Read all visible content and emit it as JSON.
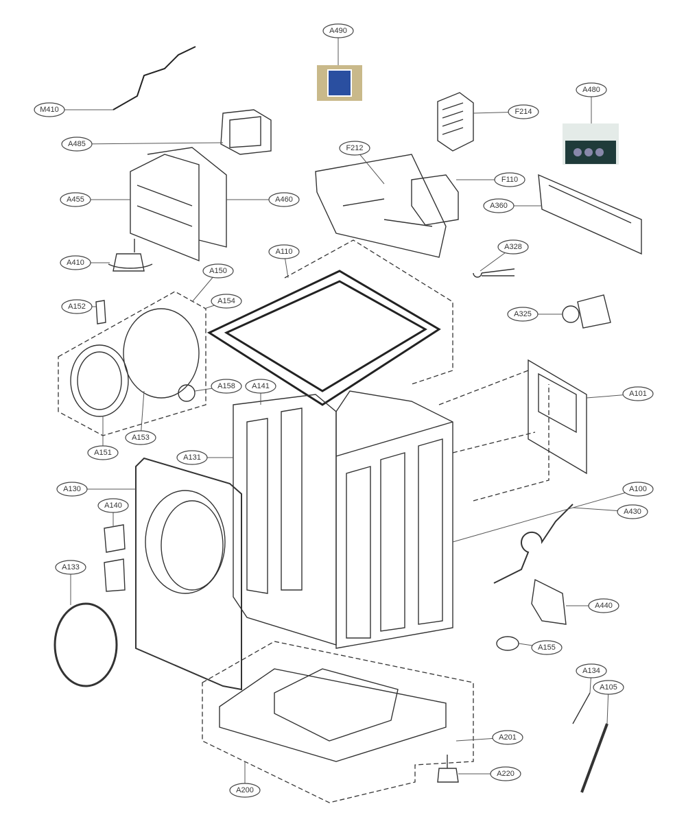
{
  "diagram": {
    "type": "exploded-parts-diagram",
    "callouts": [
      "A490",
      "M410",
      "F214",
      "A480",
      "A485",
      "F212",
      "F110",
      "A455",
      "A460",
      "A360",
      "A410",
      "A110",
      "A328",
      "A150",
      "A154",
      "A152",
      "A325",
      "A158",
      "A141",
      "A101",
      "A131",
      "A151",
      "A153",
      "A130",
      "A140",
      "A100",
      "A430",
      "A133",
      "A440",
      "A155",
      "A134",
      "A105",
      "A201",
      "A220",
      "A200"
    ],
    "colors": {
      "line": "#333333",
      "photo_blue": "#2a4fa0",
      "photo_dark": "#1f3b3a"
    }
  }
}
